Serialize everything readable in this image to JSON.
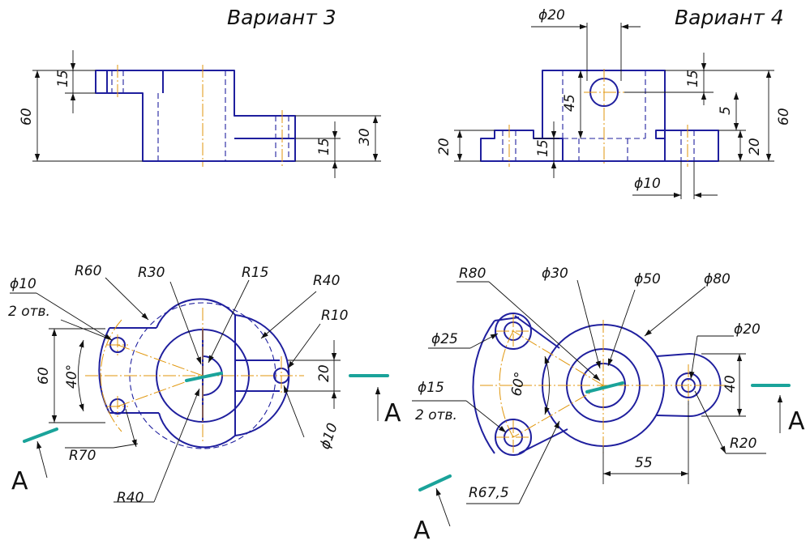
{
  "titles": {
    "variant3": "Вариант 3",
    "variant4": "Вариант 4"
  },
  "variant3": {
    "front": {
      "dim_15": "15",
      "dim_60": "60",
      "dim_15b": "15",
      "dim_30": "30"
    },
    "top": {
      "phi10": "ϕ10",
      "two_holes": "2 отв.",
      "r60": "R60",
      "r30": "R30",
      "r15": "R15",
      "r40": "R40",
      "r10": "R10",
      "dim_60": "60",
      "angle_40": "40°",
      "dim_20": "20",
      "r70": "R70",
      "r40b": "R40",
      "phi10b": "ϕ10",
      "section_a_right": "A",
      "section_a_left": "A"
    }
  },
  "variant4": {
    "front": {
      "phi20": "ϕ20",
      "dim_15": "15",
      "dim_45": "45",
      "dim_5": "5",
      "dim_60": "60",
      "dim_20": "20",
      "dim_15b": "15",
      "dim_20b": "20",
      "phi10": "ϕ10"
    },
    "top": {
      "r80": "R80",
      "phi30": "ϕ30",
      "phi50": "ϕ50",
      "phi80": "ϕ80",
      "phi25": "ϕ25",
      "phi20": "ϕ20",
      "angle_60": "60°",
      "dim_40": "40",
      "phi15": "ϕ15",
      "two_holes": "2 отв.",
      "r20": "R20",
      "dim_55": "55",
      "r675": "R67,5",
      "section_a_right": "A",
      "section_a_left": "A"
    }
  },
  "colors": {
    "outline": "#1f1f9e",
    "centerline": "#e0960c",
    "dimension": "#111111",
    "cutting_plane": "#1aa39a"
  }
}
